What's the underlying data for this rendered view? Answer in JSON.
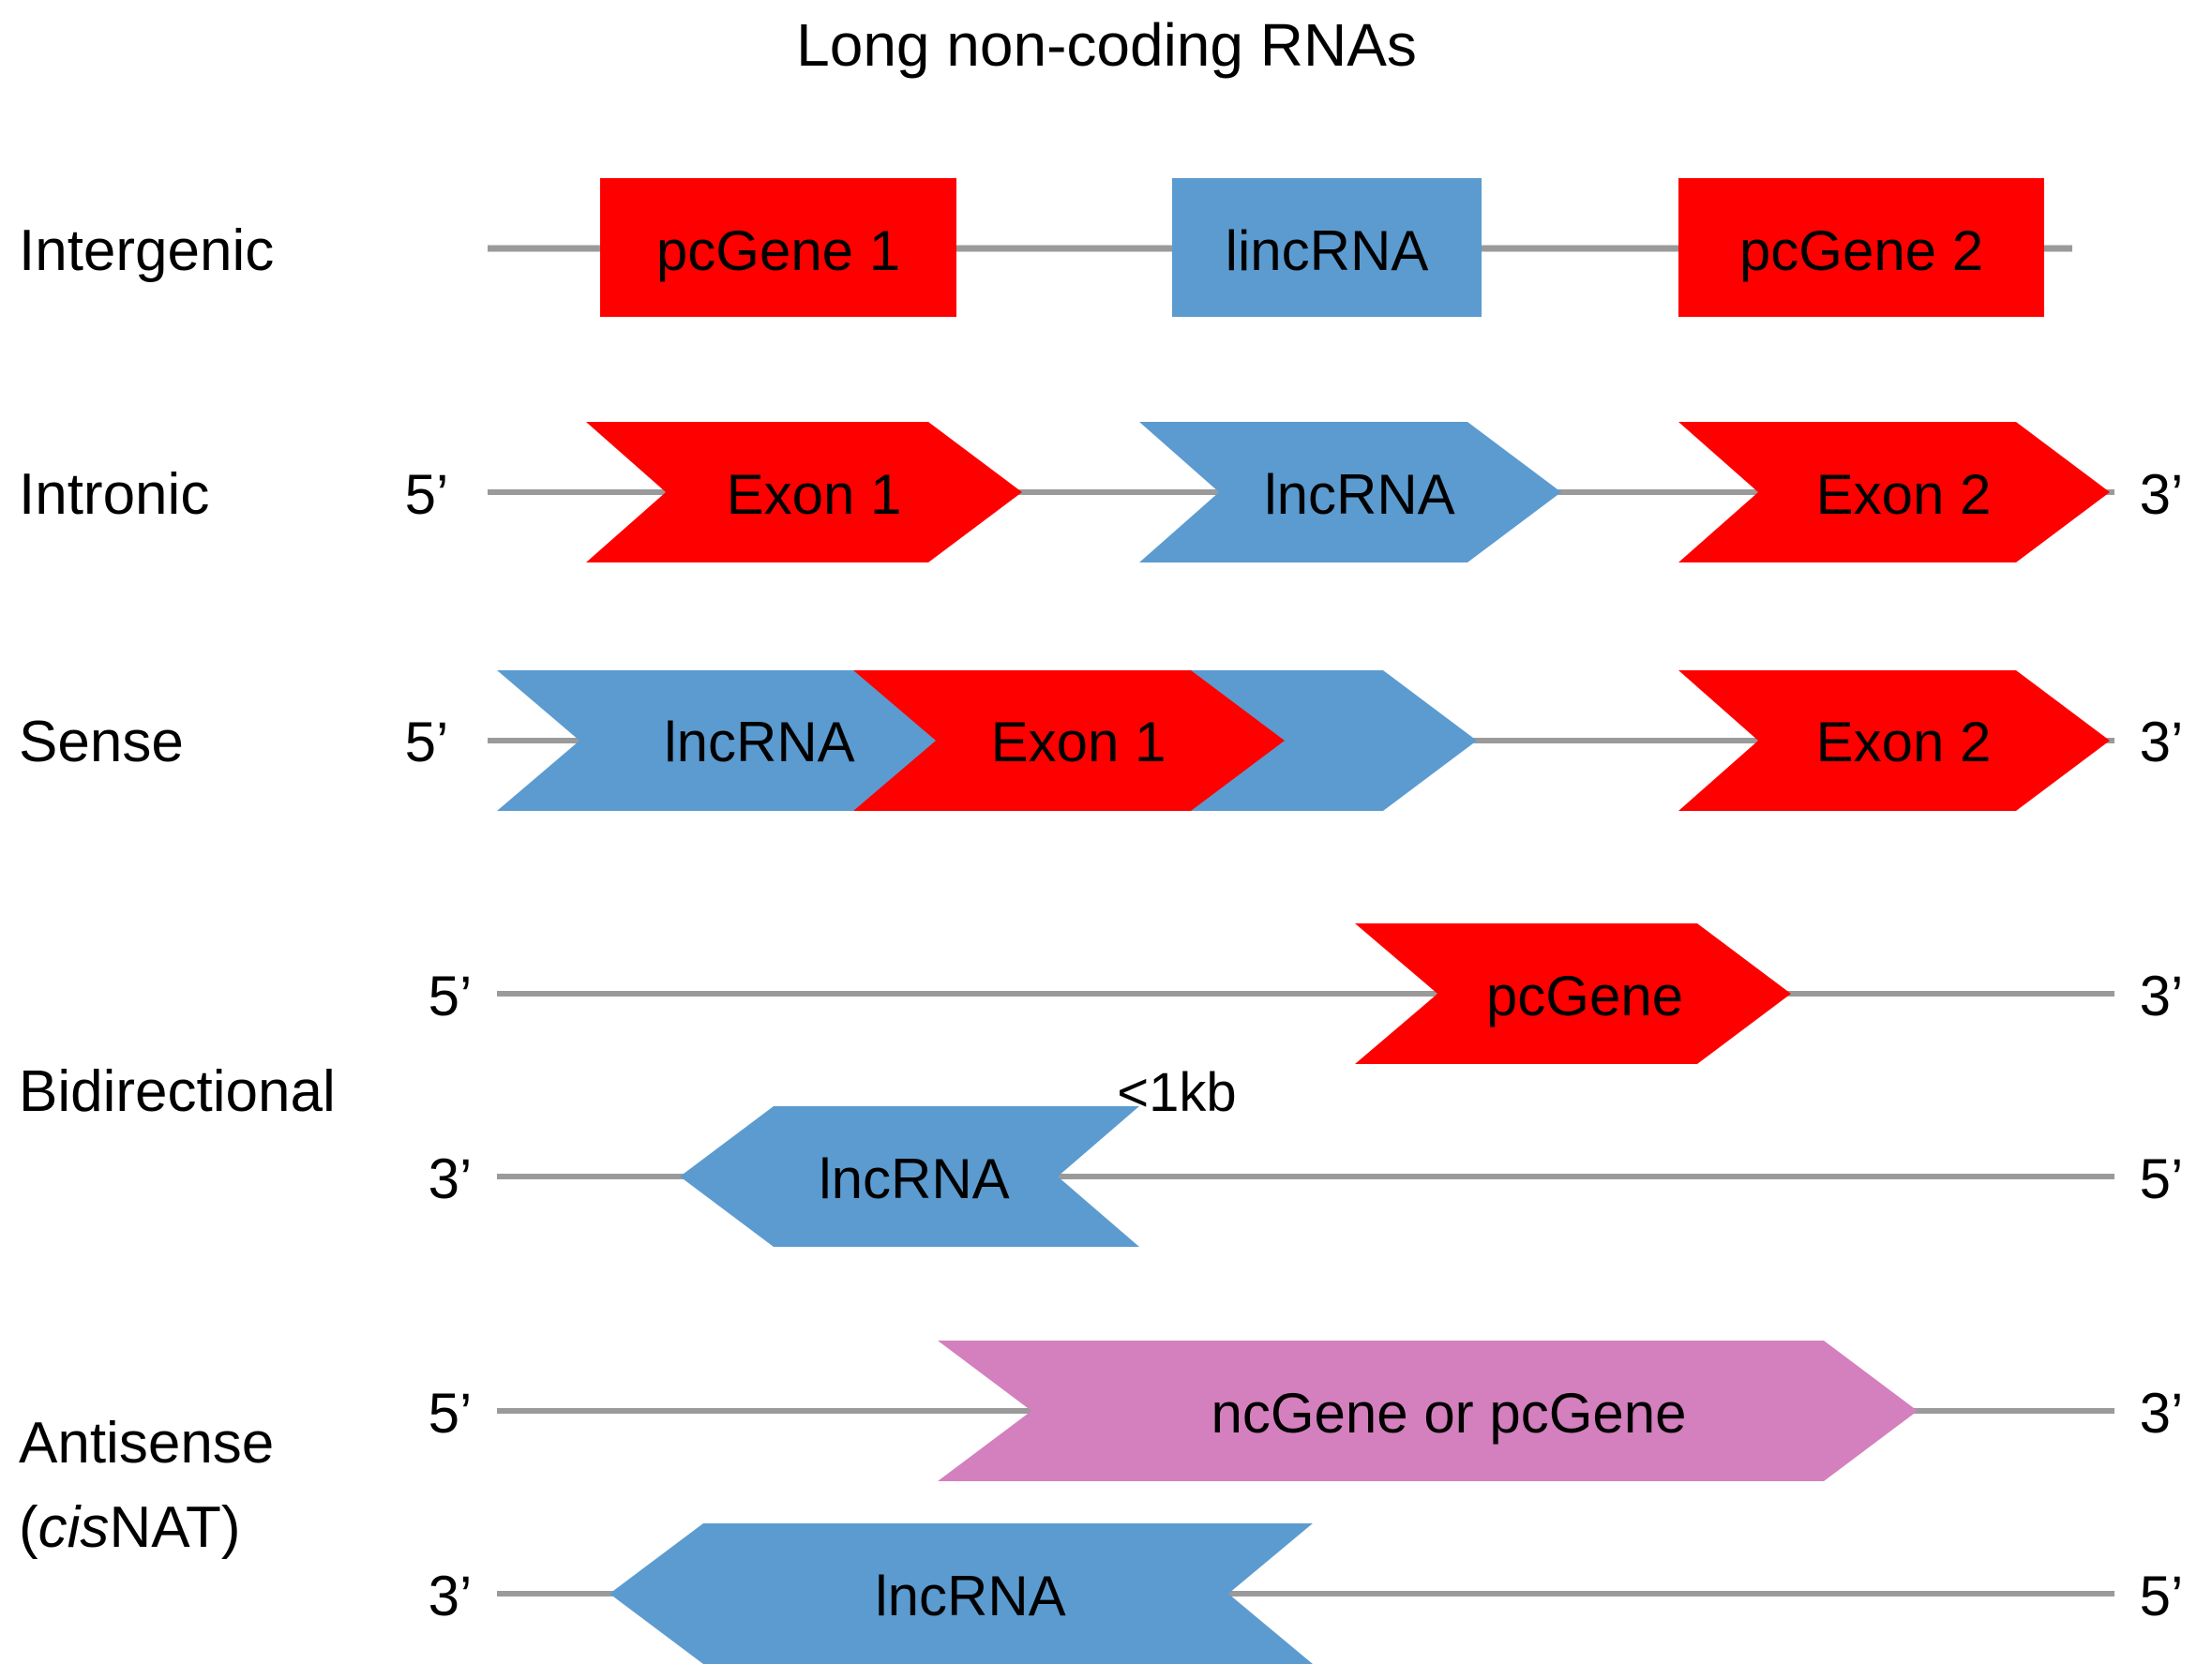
{
  "title": "Long non-coding RNAs",
  "colors": {
    "protein_coding_red": "#FF0000",
    "lncrna_blue": "#5B9BD0",
    "antisense_pink": "#D47FBE",
    "strand_line_gray": "#9A9A9A",
    "text_black": "#000000",
    "background_white": "#FFFFFF"
  },
  "rows": [
    {
      "label": "Intergenic",
      "five_prime": "",
      "three_prime": "",
      "features": [
        {
          "name": "pcGene 1",
          "color_key": "protein_coding_red",
          "shape": "rect"
        },
        {
          "name": "lincRNA",
          "color_key": "lncrna_blue",
          "shape": "rect"
        },
        {
          "name": "pcGene 2",
          "color_key": "protein_coding_red",
          "shape": "rect"
        }
      ]
    },
    {
      "label": "Intronic",
      "five_prime": "5’",
      "three_prime": "3’",
      "features": [
        {
          "name": "Exon 1",
          "color_key": "protein_coding_red",
          "shape": "chevron-right"
        },
        {
          "name": "lncRNA",
          "color_key": "lncrna_blue",
          "shape": "chevron-right"
        },
        {
          "name": "Exon 2",
          "color_key": "protein_coding_red",
          "shape": "chevron-right"
        }
      ]
    },
    {
      "label": "Sense",
      "five_prime": "5’",
      "three_prime": "3’",
      "features": [
        {
          "name": "lncRNA",
          "color_key": "lncrna_blue",
          "shape": "chevron-right"
        },
        {
          "name": "Exon 1",
          "color_key": "protein_coding_red",
          "shape": "chevron-right"
        },
        {
          "name": "Exon 2",
          "color_key": "protein_coding_red",
          "shape": "chevron-right"
        }
      ]
    },
    {
      "label": "Bidirectional",
      "annotation": "<1kb",
      "strands": [
        {
          "five_prime": "5’",
          "three_prime": "3’",
          "features": [
            {
              "name": "pcGene",
              "color_key": "protein_coding_red",
              "shape": "chevron-right"
            }
          ]
        },
        {
          "five_prime": "5’",
          "three_prime": "3’",
          "left_label": "3’",
          "right_label": "5’",
          "features": [
            {
              "name": "lncRNA",
              "color_key": "lncrna_blue",
              "shape": "chevron-left"
            }
          ]
        }
      ]
    },
    {
      "label": "Antisense",
      "label_line2_prefix": "(",
      "label_line2_italic": "cis",
      "label_line2_suffix": "NAT)",
      "strands": [
        {
          "left_label": "5’",
          "right_label": "3’",
          "features": [
            {
              "name": "ncGene or pcGene",
              "color_key": "antisense_pink",
              "shape": "chevron-right"
            }
          ]
        },
        {
          "left_label": "3’",
          "right_label": "5’",
          "features": [
            {
              "name": "lncRNA",
              "color_key": "lncrna_blue",
              "shape": "chevron-left"
            }
          ]
        }
      ]
    }
  ]
}
